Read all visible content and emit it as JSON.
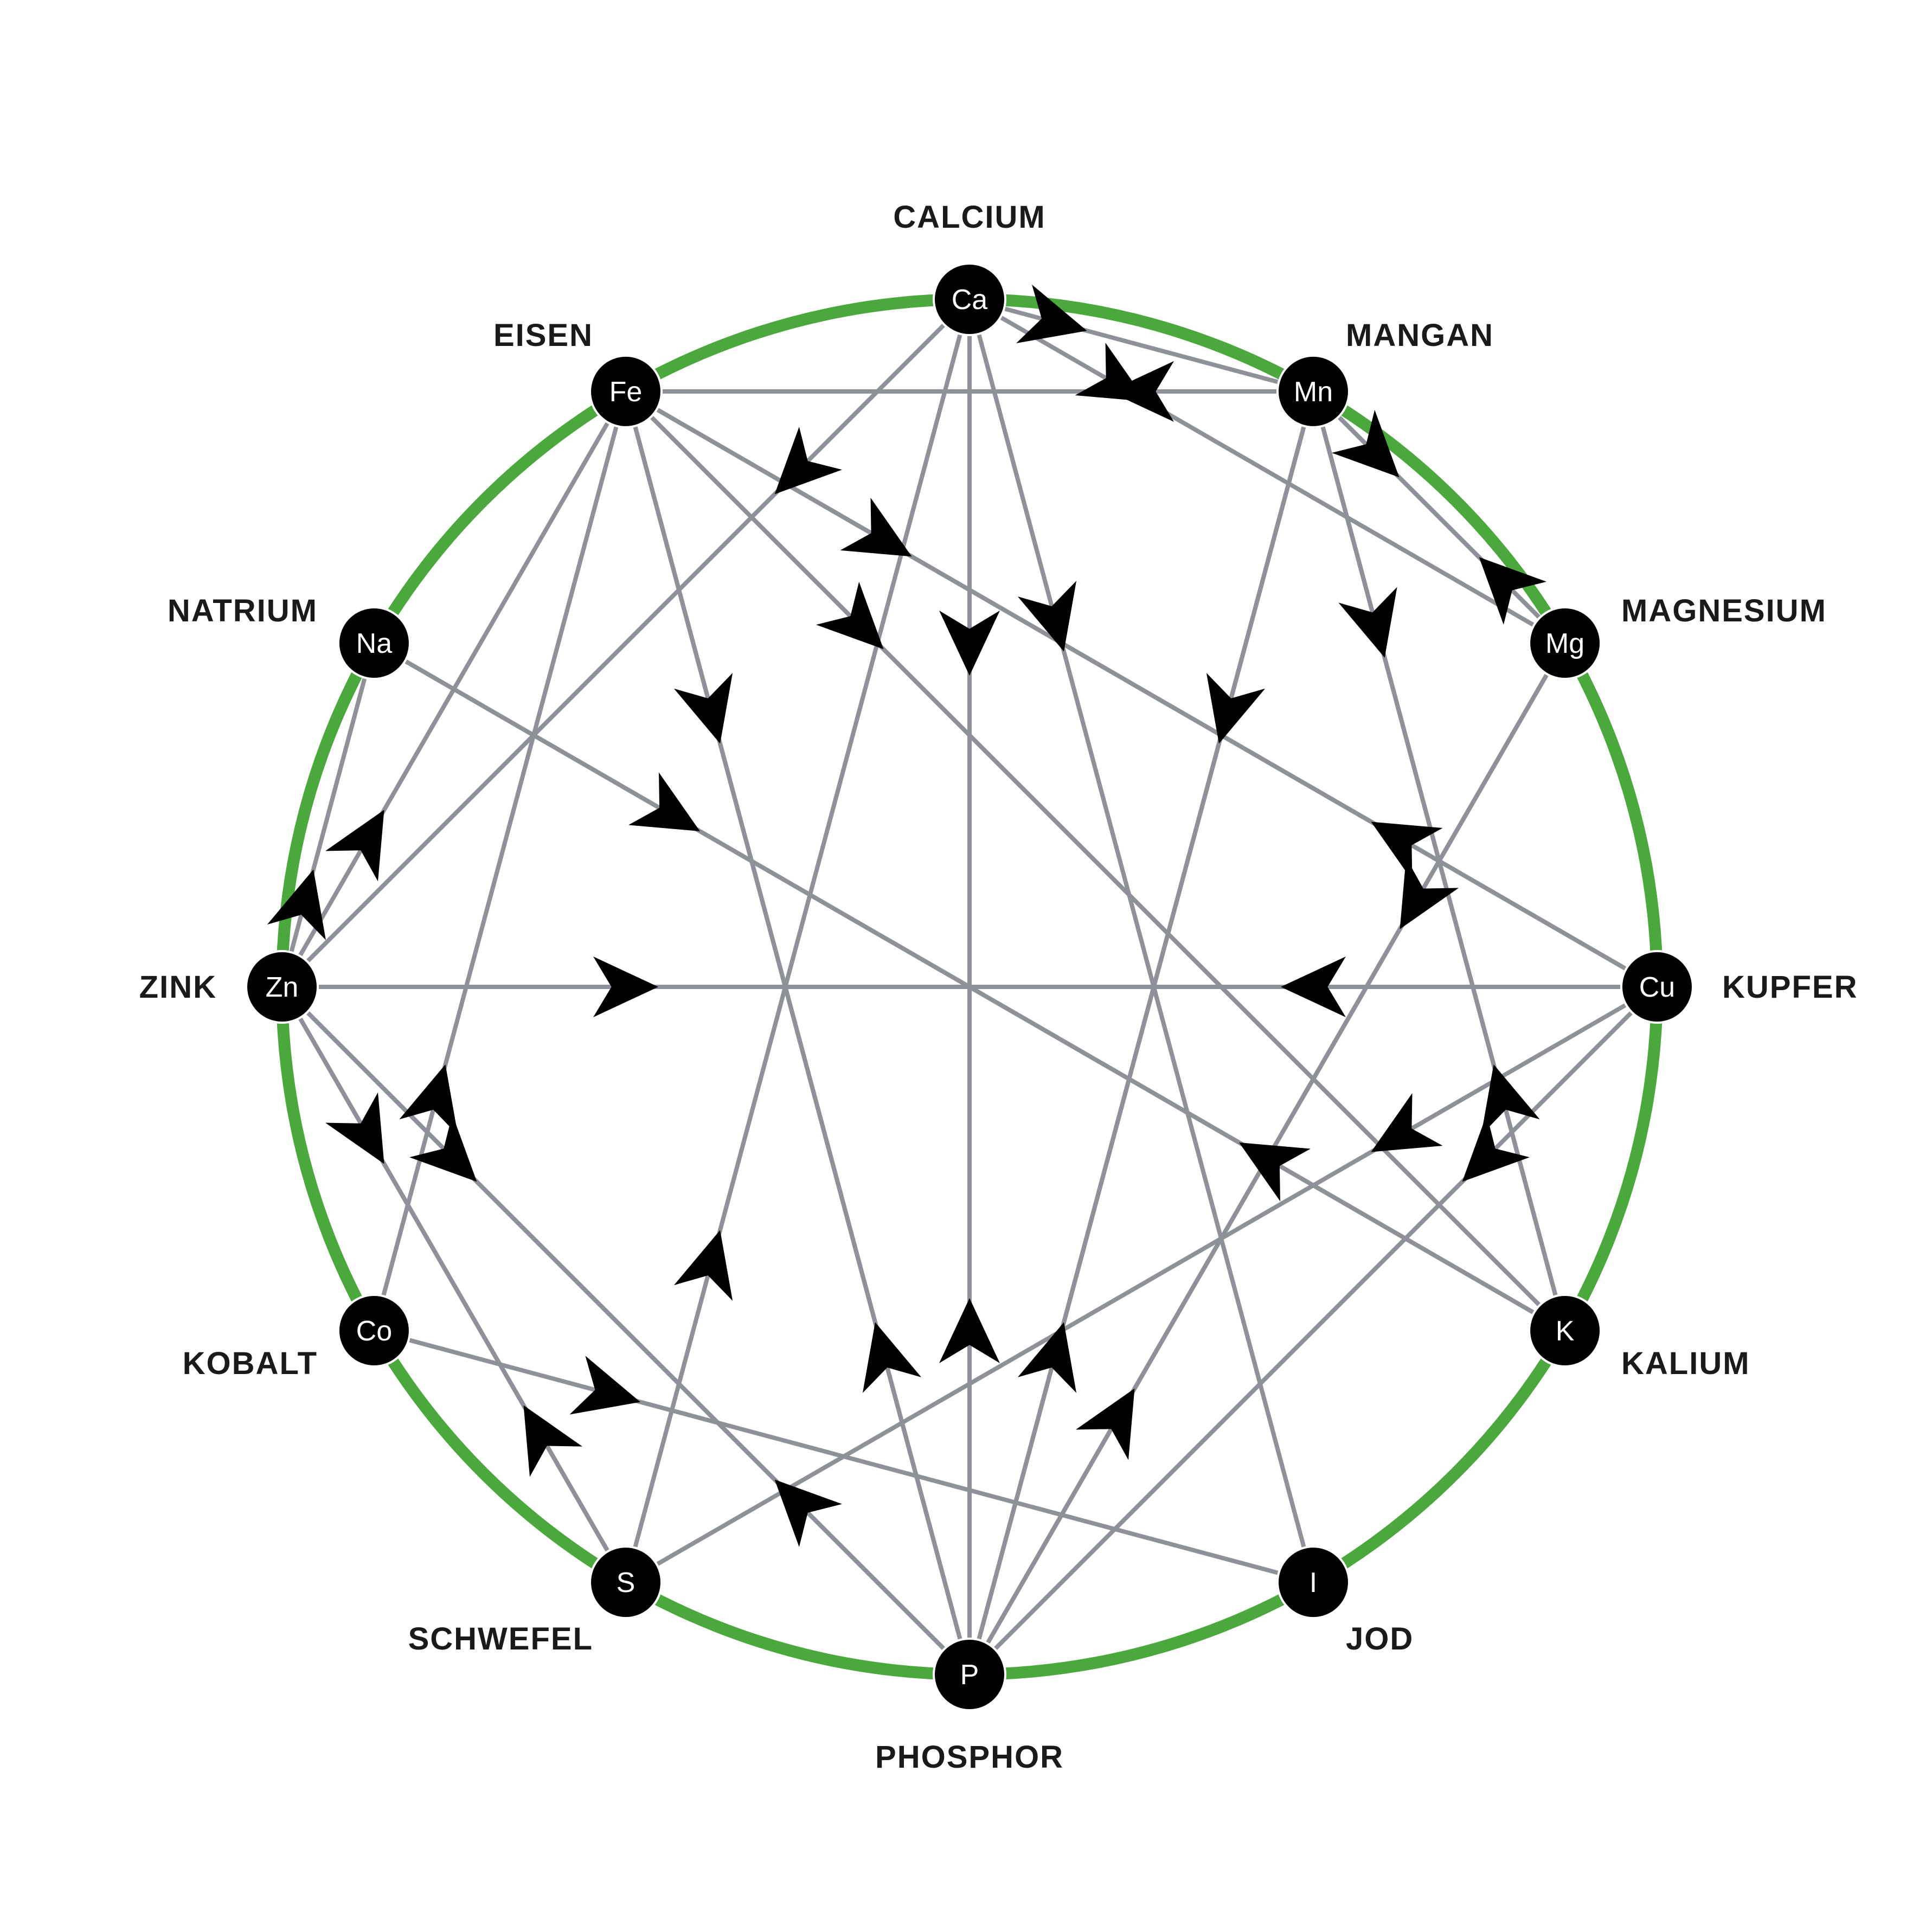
{
  "colors": {
    "ring": "#4aa83c",
    "edge": "#8e9198",
    "arrow": "#000000",
    "node": "#000000",
    "node_text": "#ffffff",
    "label": "#1a1a1a"
  },
  "nodes": [
    {
      "id": "Ca",
      "symbol": "Ca",
      "label": "CALCIUM",
      "angle_deg": 270
    },
    {
      "id": "Mn",
      "symbol": "Mn",
      "label": "MANGAN",
      "angle_deg": 300
    },
    {
      "id": "Mg",
      "symbol": "Mg",
      "label": "MAGNESIUM",
      "angle_deg": 330
    },
    {
      "id": "Cu",
      "symbol": "Cu",
      "label": "KUPFER",
      "angle_deg": 0
    },
    {
      "id": "K",
      "symbol": "K",
      "label": "KALIUM",
      "angle_deg": 30
    },
    {
      "id": "I",
      "symbol": "I",
      "label": "JOD",
      "angle_deg": 60
    },
    {
      "id": "P",
      "symbol": "P",
      "label": "PHOSPHOR",
      "angle_deg": 90
    },
    {
      "id": "S",
      "symbol": "S",
      "label": "SCHWEFEL",
      "angle_deg": 120
    },
    {
      "id": "Co",
      "symbol": "Co",
      "label": "KOBALT",
      "angle_deg": 150
    },
    {
      "id": "Zn",
      "symbol": "Zn",
      "label": "ZINK",
      "angle_deg": 180
    },
    {
      "id": "Na",
      "symbol": "Na",
      "label": "NATRIUM",
      "angle_deg": 210
    },
    {
      "id": "Fe",
      "symbol": "Fe",
      "label": "EISEN",
      "angle_deg": 240
    }
  ],
  "edges": [
    {
      "from": "Ca",
      "to": "Mn"
    },
    {
      "from": "Ca",
      "to": "Mg"
    },
    {
      "from": "Ca",
      "to": "Zn"
    },
    {
      "from": "Ca",
      "to": "P"
    },
    {
      "from": "Ca",
      "to": "I"
    },
    {
      "from": "Mn",
      "to": "Fe"
    },
    {
      "from": "Mn",
      "to": "Mg"
    },
    {
      "from": "Mn",
      "to": "P"
    },
    {
      "from": "Mn",
      "to": "K"
    },
    {
      "from": "Mg",
      "to": "Mn"
    },
    {
      "from": "Mg",
      "to": "P"
    },
    {
      "from": "Fe",
      "to": "K"
    },
    {
      "from": "Fe",
      "to": "Cu"
    },
    {
      "from": "Fe",
      "to": "P"
    },
    {
      "from": "Cu",
      "to": "Fe"
    },
    {
      "from": "Cu",
      "to": "Zn"
    },
    {
      "from": "Cu",
      "to": "S"
    },
    {
      "from": "Cu",
      "to": "P"
    },
    {
      "from": "K",
      "to": "Na"
    },
    {
      "from": "K",
      "to": "Mn"
    },
    {
      "from": "Na",
      "to": "K"
    },
    {
      "from": "Zn",
      "to": "Na"
    },
    {
      "from": "Zn",
      "to": "Fe"
    },
    {
      "from": "Zn",
      "to": "Cu"
    },
    {
      "from": "Zn",
      "to": "S"
    },
    {
      "from": "Zn",
      "to": "P"
    },
    {
      "from": "Co",
      "to": "Fe"
    },
    {
      "from": "Co",
      "to": "I"
    },
    {
      "from": "S",
      "to": "Ca"
    },
    {
      "from": "S",
      "to": "Zn"
    },
    {
      "from": "P",
      "to": "Zn"
    },
    {
      "from": "P",
      "to": "Fe"
    },
    {
      "from": "P",
      "to": "Ca"
    },
    {
      "from": "P",
      "to": "Mn"
    },
    {
      "from": "P",
      "to": "Mg"
    }
  ]
}
